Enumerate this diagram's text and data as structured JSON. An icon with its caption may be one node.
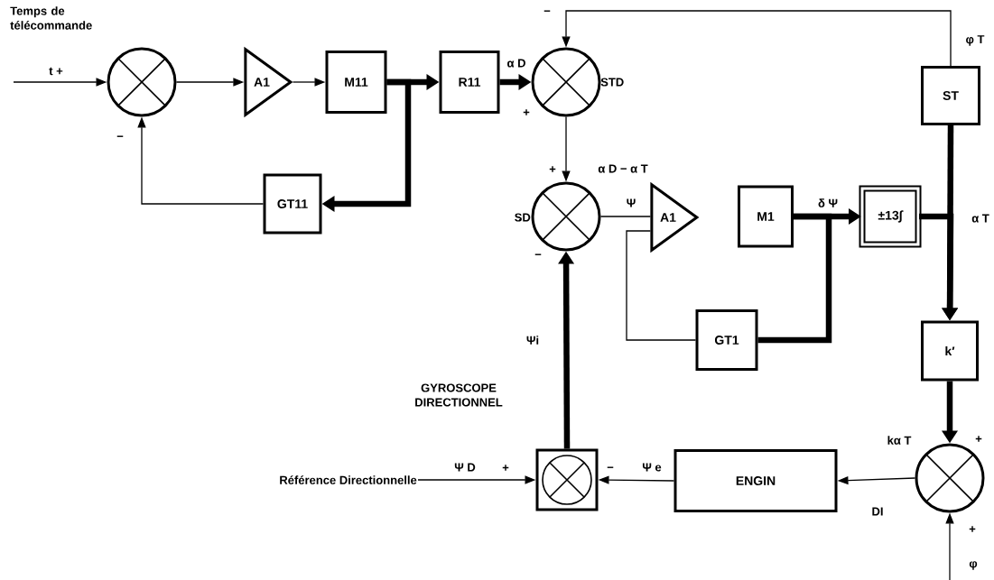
{
  "diagram": {
    "nodes": [
      {
        "text": [],
        "shape": "circle"
      },
      {
        "text": [
          "A1"
        ]
      },
      {
        "text": [
          "M11"
        ]
      },
      {
        "text": [
          "R11"
        ]
      },
      {
        "text": [],
        "shape": "circle",
        "beside": [
          "STD"
        ]
      },
      {
        "text": [
          "GT11"
        ]
      },
      {
        "text": [],
        "shape": "circle",
        "beside": [
          "SD"
        ]
      },
      {
        "text": [
          "A1"
        ]
      },
      {
        "text": [
          "M1"
        ]
      },
      {
        "text": [
          "±13∫"
        ]
      },
      {
        "text": [
          "ST"
        ]
      },
      {
        "text": [
          "GT1"
        ]
      },
      {
        "text": [
          "k′"
        ]
      },
      {
        "text": [],
        "shape": "box"
      },
      {
        "text": [
          "ENGIN"
        ]
      },
      {
        "text": [],
        "shape": "circle"
      },
      {
        "text": [
          "Référence Directionnelle"
        ]
      }
    ],
    "edges": [
      {
        "from": null,
        "to": 0,
        "arrow": "to",
        "label": "t +"
      },
      {
        "from": 0,
        "to": 1,
        "arrow": "to"
      },
      {
        "from": 1,
        "to": 2,
        "arrow": "to"
      },
      {
        "from": 2,
        "to": 3,
        "arrow": "to",
        "style": "thick"
      },
      {
        "from": 2,
        "to": 5,
        "arrow": "to",
        "style": "thick"
      },
      {
        "from": 5,
        "to": 0,
        "arrow": "to"
      },
      {
        "from": 3,
        "to": 4,
        "arrow": "to",
        "style": "thick",
        "label": "α D"
      },
      {
        "from": 10,
        "to": 4,
        "arrow": "to",
        "label": "φ T"
      },
      {
        "from": 4,
        "to": 6,
        "arrow": "to",
        "label": "α D − α T"
      },
      {
        "from": 6,
        "to": 7,
        "arrow": "none",
        "label": "Ψ"
      },
      {
        "from": 11,
        "to": 7,
        "arrow": "none"
      },
      {
        "from": 8,
        "to": 9,
        "arrow": "to",
        "style": "thick",
        "label": "δ Ψ"
      },
      {
        "from": 8,
        "to": 11,
        "arrow": "none",
        "style": "thick"
      },
      {
        "from": 9,
        "to": 12,
        "arrow": "to",
        "style": "thick",
        "label": "α T"
      },
      {
        "from": 10,
        "to": 12,
        "arrow": "to",
        "style": "thick"
      },
      {
        "from": 12,
        "to": 15,
        "arrow": "to",
        "style": "thick",
        "label": "kα T"
      },
      {
        "from": null,
        "to": 15,
        "arrow": "to",
        "label": "φ"
      },
      {
        "from": 15,
        "to": 14,
        "arrow": "to",
        "label": "DI"
      },
      {
        "from": 14,
        "to": 13,
        "arrow": "to",
        "label": "Ψ e"
      },
      {
        "from": 16,
        "to": 13,
        "arrow": "to",
        "label": "Ψ D"
      },
      {
        "from": 13,
        "to": 6,
        "arrow": "to",
        "style": "thick",
        "label": "Ψi"
      }
    ],
    "labels": [
      "Temps de télécommande",
      "−",
      "+",
      "−",
      "+",
      "−",
      "GYROSCOPE DIRECTIONNEL",
      "+",
      "+",
      "−",
      "+"
    ]
  }
}
